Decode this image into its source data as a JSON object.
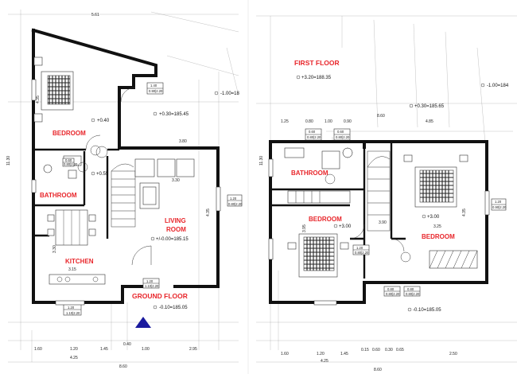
{
  "left_plan": {
    "floor_title": "GROUND FLOOR",
    "rooms": {
      "bedroom": "BEDROOM",
      "bathroom": "BATHROOM",
      "living_room_1": "LIVING",
      "living_room_2": "ROOM",
      "kitchen": "KITCHEN"
    },
    "levels": {
      "bed": "+0.40",
      "top_right": "-1.00=18",
      "top_mid": "+0.30=185.45",
      "bath": "+0.55",
      "living": "+/-0.00=185.15",
      "bottom": "-0.10=185.05"
    },
    "dims": {
      "top": "5.61",
      "left_side": "11.30",
      "bed_width": "4.35",
      "right_side": "4.35",
      "bed_rt": "3.80",
      "living_w": "3.30",
      "kitchen_w": "3.15",
      "kitchen_h": "3.30",
      "bottom_row": [
        "1.60",
        "1.20",
        "1.45",
        "1.00",
        "2.95"
      ],
      "bottom_sub": "0.40",
      "total": "8.60",
      "total_sub": "4.25"
    },
    "windows": [
      {
        "a": "1.40",
        "b": "0.90|2.20"
      },
      {
        "a": "0.60",
        "b": "0.80|2.20"
      },
      {
        "a": "1.20",
        "b": "0.80|2.20"
      },
      {
        "a": "1.20",
        "b": "1.10|2.20"
      },
      {
        "a": "1.20",
        "b": "1.10|2.20"
      }
    ]
  },
  "right_plan": {
    "floor_title": "FIRST FLOOR",
    "rooms": {
      "bathroom": "BATHROOM",
      "bedroom_left": "BEDROOM",
      "bedroom_right": "BEDROOM"
    },
    "levels": {
      "top": "+3.20=188.35",
      "top_right": "-1.00=184",
      "top_mid": "+0.30=185.65",
      "left_bed": "+3.00",
      "right_bed": "+3.00",
      "bottom": "-0.10=185.05"
    },
    "dims": {
      "top_row": [
        "1.25",
        "0.80",
        "1.00",
        "0.90",
        "4.85"
      ],
      "top_total": "8.60",
      "left_side": "11.30",
      "bed_h": "3.95",
      "mid_w": "3.90",
      "right_bed_w": "3.25",
      "right_side": "4.35",
      "bottom_row": [
        "1.60",
        "1.20",
        "1.45",
        "0.15",
        "0.60",
        "0.30",
        "0.65",
        "2.50"
      ],
      "total": "8.60",
      "total_sub": "4.25"
    },
    "windows": [
      {
        "a": "0.60",
        "b": "0.80|2.20"
      },
      {
        "a": "0.60",
        "b": "0.80|2.20"
      },
      {
        "a": "1.20",
        "b": "0.80|2.20"
      },
      {
        "a": "0.80",
        "b": "0.80|2.20"
      },
      {
        "a": "0.80",
        "b": "0.80|2.20"
      },
      {
        "a": "1.20",
        "b": "0.90|2.20"
      }
    ]
  }
}
